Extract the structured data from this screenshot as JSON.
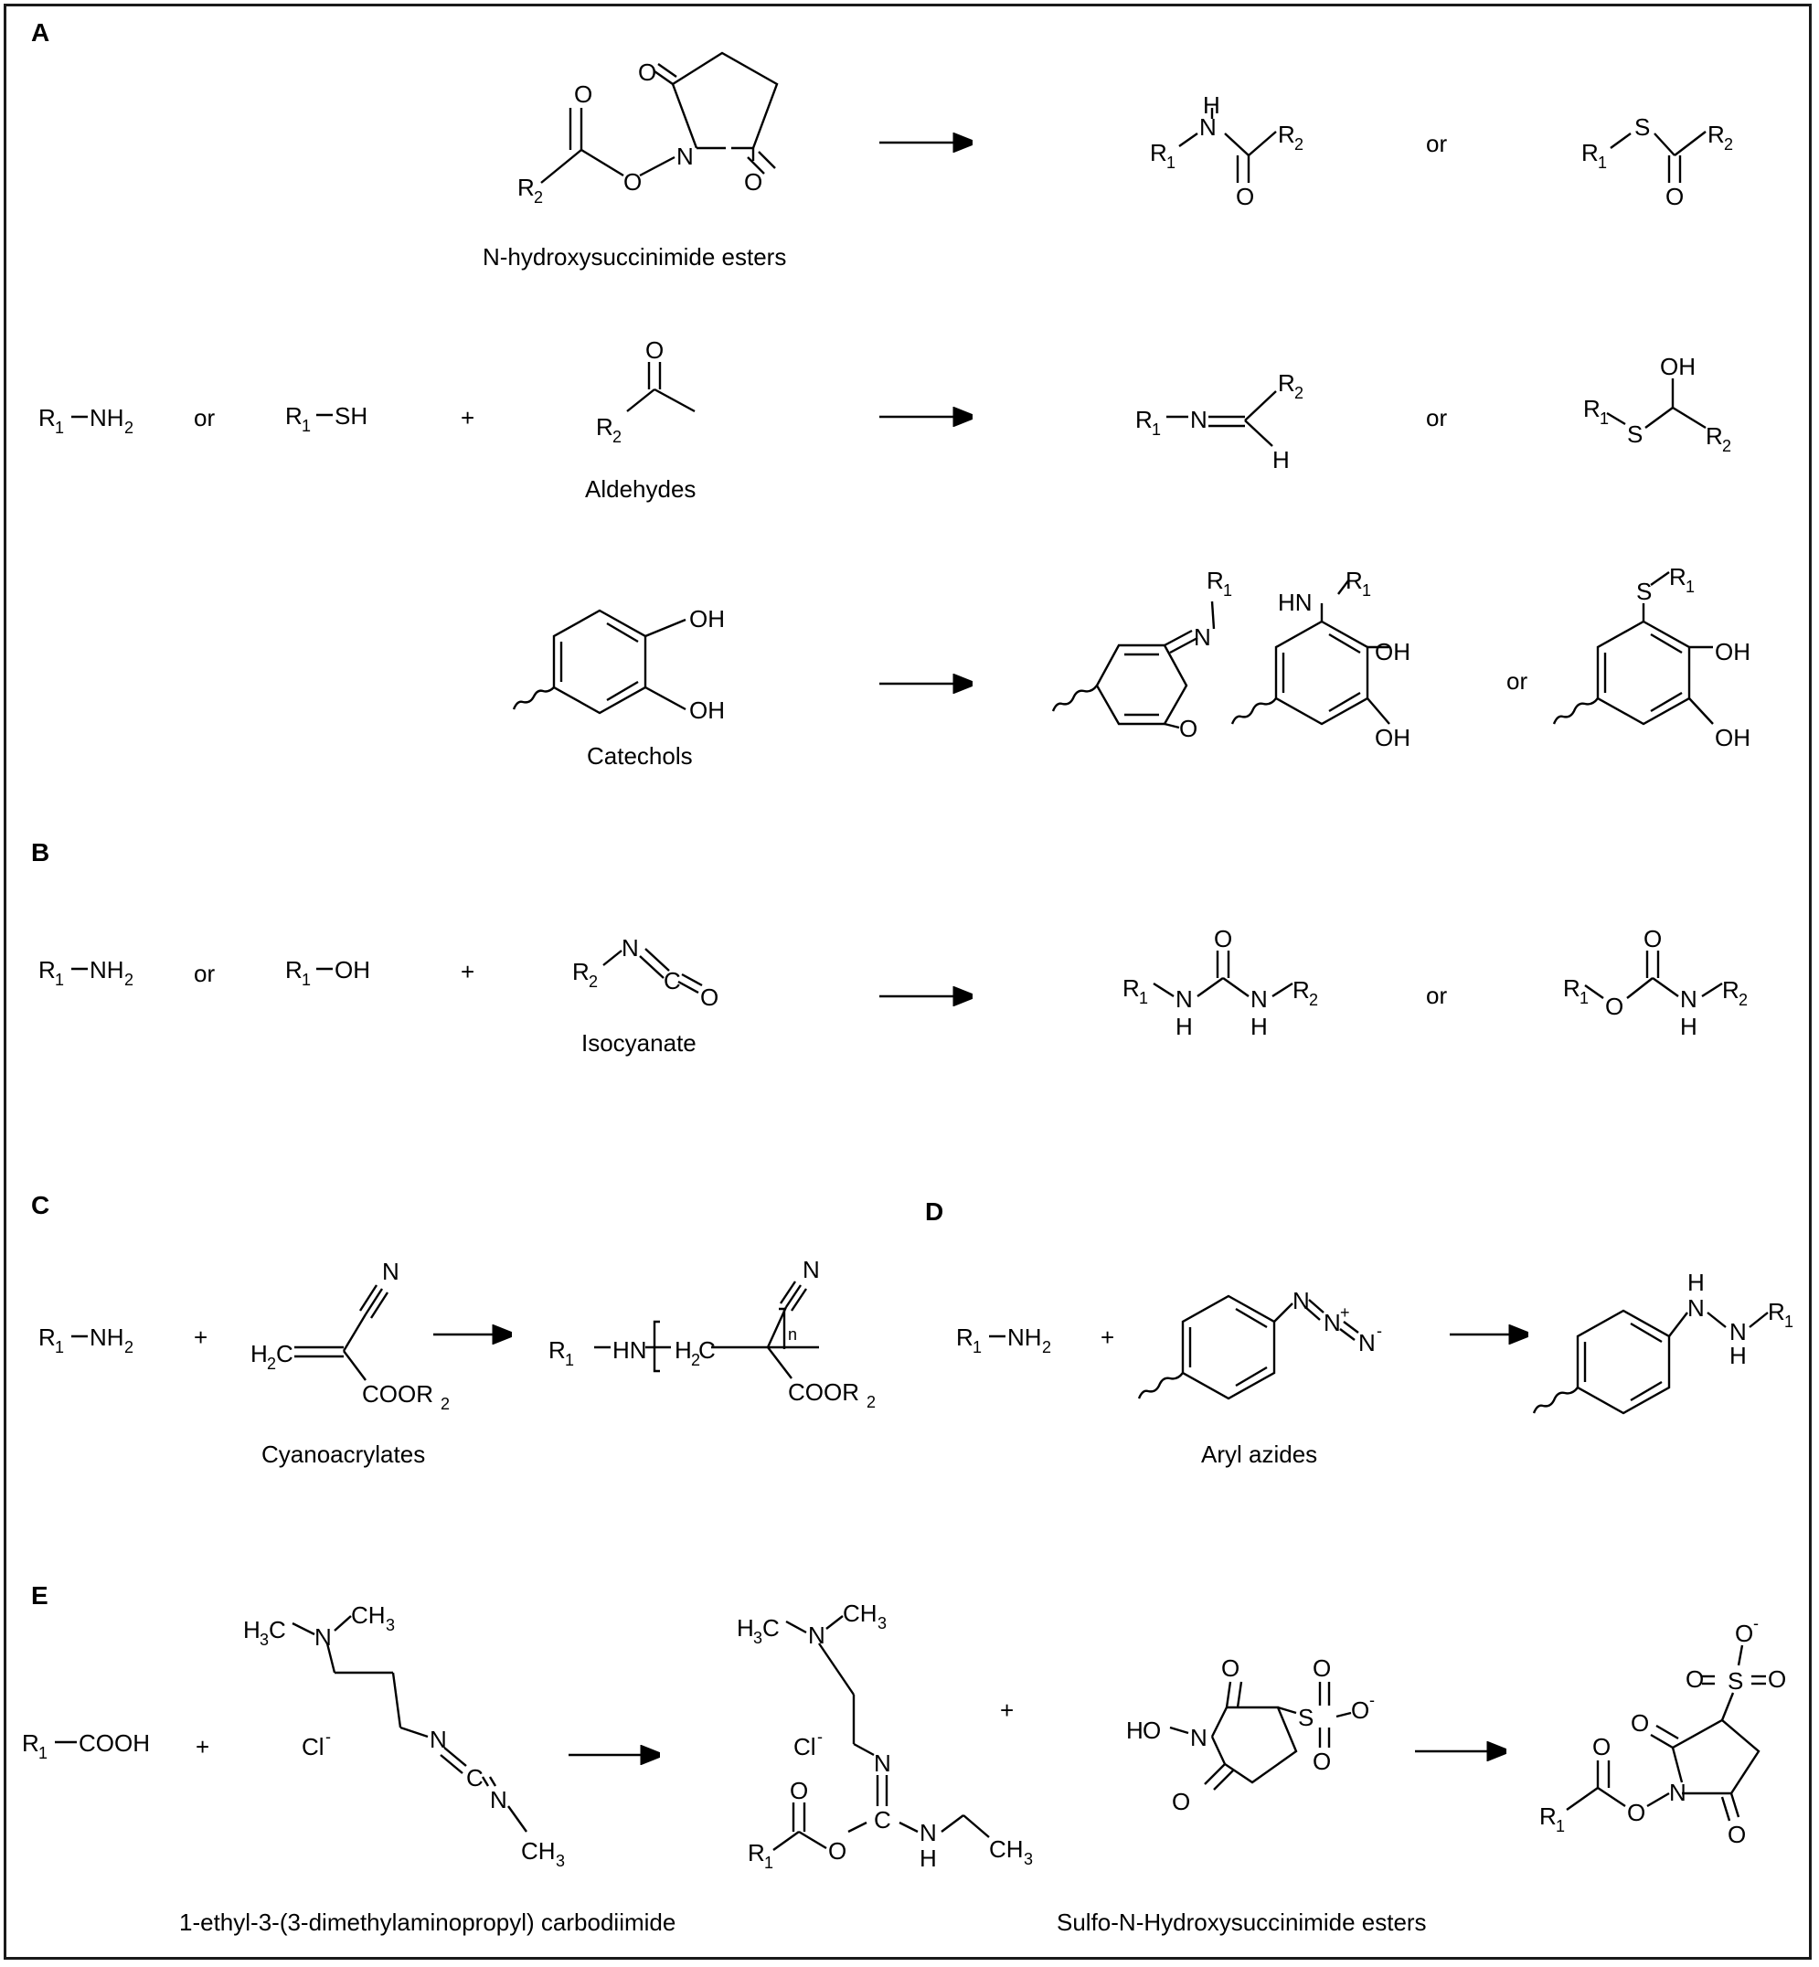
{
  "panels": {
    "A": "A",
    "B": "B",
    "C": "C",
    "D": "D",
    "E": "E"
  },
  "captions": {
    "nhs": "N-hydroxysuccinimide esters",
    "aldehydes": "Aldehydes",
    "catechols": "Catechols",
    "isocyanate": "Isocyanate",
    "cyanoacrylates": "Cyanoacrylates",
    "aryl_azides": "Aryl azides",
    "edc": "1-ethyl-3-(3-dimethylaminopropyl) carbodiimide",
    "sulfo_nhs": "Sulfo-N-Hydroxysuccinimide esters"
  },
  "words": {
    "or": "or",
    "plus": "+"
  },
  "atoms": {
    "R": "R",
    "sub1": "1",
    "sub2": "2",
    "sub3": "3",
    "NH": "NH",
    "NH2_N": "NH",
    "SH": "SH",
    "OH": "OH",
    "O": "O",
    "N": "N",
    "S": "S",
    "H": "H",
    "C": "C",
    "HN": "HN",
    "COOH": "COOH",
    "COOR": "COOR",
    "H2C_H": "H",
    "H2C_C": "C",
    "H3C_H": "H",
    "CH3": "CH",
    "Cl": "Cl",
    "minus": "-",
    "plus_charge": "+",
    "n": "n"
  }
}
